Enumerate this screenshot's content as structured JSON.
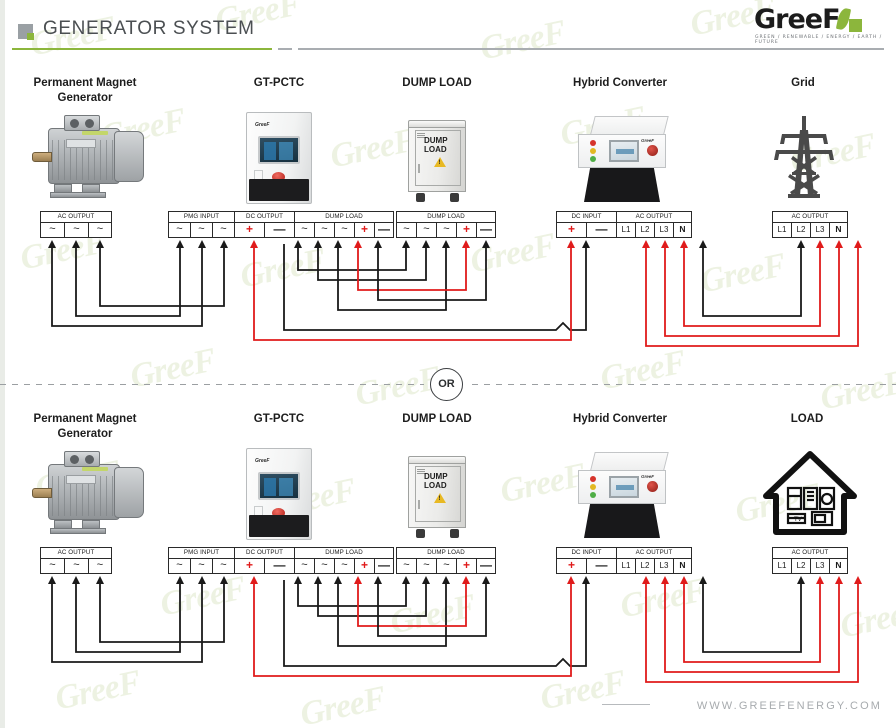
{
  "header": {
    "title": "GENERATOR SYSTEM",
    "accent_green": "#8cb63c",
    "rule_grey": "#a9adb1"
  },
  "logo": {
    "word": "GreeF",
    "tagline": "GREEN / RENEWABLE / ENERGY / EARTH / FUTURE"
  },
  "divider": {
    "label": "OR"
  },
  "footer": {
    "url": "WWW.GREEFENERGY.COM"
  },
  "watermark": {
    "text": "GreeF"
  },
  "colors": {
    "wire_ac": "#1a1a1a",
    "wire_dc_positive": "#e01b1b",
    "warning_yellow": "#e8b923",
    "device_red_button": "#b2221a"
  },
  "sections": [
    {
      "id": "grid-tied",
      "columns": [
        {
          "title_line1": "Permanent Magnet",
          "title_line2": "Generator",
          "device": "pmg-motor"
        },
        {
          "title_line1": "GT-PCTC",
          "title_line2": "",
          "device": "pctc-cabinet"
        },
        {
          "title_line1": "DUMP LOAD",
          "title_line2": "",
          "device": "dump-load-cabinet"
        },
        {
          "title_line1": "Hybrid Converter",
          "title_line2": "",
          "device": "hybrid-converter"
        },
        {
          "title_line1": "Grid",
          "title_line2": "",
          "device": "pylon"
        }
      ],
      "terminals": [
        {
          "device": "pmg-motor",
          "groups": [
            {
              "label": "AC OUTPUT",
              "pins": [
                "~",
                "~",
                "~"
              ]
            }
          ]
        },
        {
          "device": "gt-pctc",
          "groups": [
            {
              "label": "PMG INPUT",
              "pins": [
                "~",
                "~",
                "~"
              ]
            },
            {
              "label": "DC OUTPUT",
              "pins": [
                "+",
                "—"
              ]
            },
            {
              "label": "DUMP LOAD",
              "pins": [
                "~",
                "~",
                "~",
                "+",
                "—"
              ]
            }
          ]
        },
        {
          "device": "dump-load",
          "groups": [
            {
              "label": "DUMP LOAD",
              "pins": [
                "~",
                "~",
                "~",
                "+",
                "—"
              ]
            }
          ]
        },
        {
          "device": "hybrid-converter",
          "groups": [
            {
              "label": "DC INPUT",
              "pins": [
                "+",
                "—"
              ]
            },
            {
              "label": "AC OUTPUT",
              "pins": [
                "L1",
                "L2",
                "L3",
                "N"
              ]
            }
          ]
        },
        {
          "device": "grid",
          "groups": [
            {
              "label": "AC OUTPUT",
              "pins": [
                "L1",
                "L2",
                "L3",
                "N"
              ]
            }
          ]
        }
      ]
    },
    {
      "id": "off-grid",
      "columns": [
        {
          "title_line1": "Permanent Magnet",
          "title_line2": "Generator",
          "device": "pmg-motor"
        },
        {
          "title_line1": "GT-PCTC",
          "title_line2": "",
          "device": "pctc-cabinet"
        },
        {
          "title_line1": "DUMP LOAD",
          "title_line2": "",
          "device": "dump-load-cabinet"
        },
        {
          "title_line1": "Hybrid Converter",
          "title_line2": "",
          "device": "hybrid-converter"
        },
        {
          "title_line1": "LOAD",
          "title_line2": "",
          "device": "house"
        }
      ],
      "terminals": [
        {
          "device": "pmg-motor",
          "groups": [
            {
              "label": "AC OUTPUT",
              "pins": [
                "~",
                "~",
                "~"
              ]
            }
          ]
        },
        {
          "device": "gt-pctc",
          "groups": [
            {
              "label": "PMG INPUT",
              "pins": [
                "~",
                "~",
                "~"
              ]
            },
            {
              "label": "DC OUTPUT",
              "pins": [
                "+",
                "—"
              ]
            },
            {
              "label": "DUMP LOAD",
              "pins": [
                "~",
                "~",
                "~",
                "+",
                "—"
              ]
            }
          ]
        },
        {
          "device": "dump-load",
          "groups": [
            {
              "label": "DUMP LOAD",
              "pins": [
                "~",
                "~",
                "~",
                "+",
                "—"
              ]
            }
          ]
        },
        {
          "device": "hybrid-converter",
          "groups": [
            {
              "label": "DC INPUT",
              "pins": [
                "+",
                "—"
              ]
            },
            {
              "label": "AC OUTPUT",
              "pins": [
                "L1",
                "L2",
                "L3",
                "N"
              ]
            }
          ]
        },
        {
          "device": "load",
          "groups": [
            {
              "label": "AC OUTPUT",
              "pins": [
                "L1",
                "L2",
                "L3",
                "N"
              ]
            }
          ]
        }
      ]
    }
  ],
  "dump_load_device_text": {
    "line1": "DUMP",
    "line2": "LOAD"
  }
}
